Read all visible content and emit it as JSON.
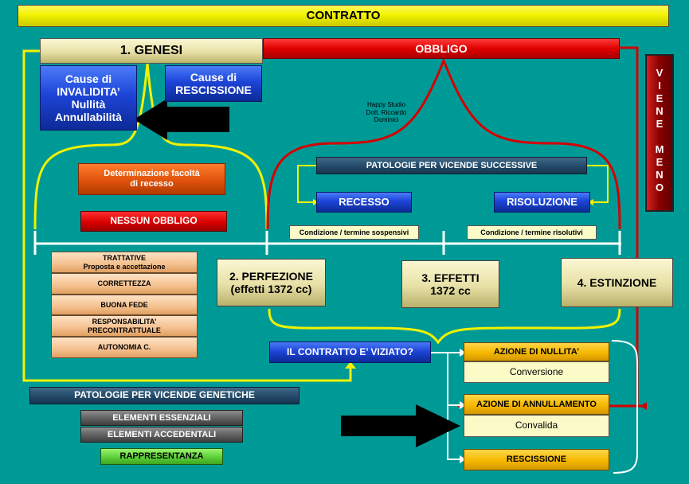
{
  "title": "CONTRATTO",
  "genesi": "1. GENESI",
  "obbligo": "OBBLIGO",
  "cause_invalidita": [
    "Cause di",
    "INVALIDITA’",
    "Nullità",
    "Annullabilità"
  ],
  "cause_rescissione": [
    "Cause di",
    "RESCISSIONE"
  ],
  "viene_meno": [
    "V",
    "I",
    "E",
    "N",
    "E",
    "",
    "M",
    "E",
    "N",
    "O"
  ],
  "happy_studio": [
    "Happy Studio",
    "Dott. Riccardo",
    "Dominici"
  ],
  "determinazione": [
    "Determinazione facoltà",
    "di recesso"
  ],
  "nessun_obbligo": "NESSUN OBBLIGO",
  "patologie_successive": "PATOLOGIE PER VICENDE SUCCESSIVE",
  "recesso": "RECESSO",
  "risoluzione": "RISOLUZIONE",
  "condizione_sospensivi": "Condizione / termine sospensivi",
  "condizione_risolutivi": "Condizione / termine risolutivi",
  "trattative_list": [
    [
      "TRATTATIVE",
      "Proposta e accettazione"
    ],
    [
      "CORRETTEZZA"
    ],
    [
      "BUONA FEDE"
    ],
    [
      "RESPONSABILITA’",
      "PRECONTRATTUALE"
    ],
    [
      "AUTONOMIA C."
    ]
  ],
  "perfezione": [
    "2. PERFEZIONE",
    "(effetti 1372 cc)"
  ],
  "effetti": [
    "3. EFFETTI",
    "1372 cc"
  ],
  "estinzione": "4. ESTINZIONE",
  "contratto_viziato": "IL CONTRATTO E’ VIZIATO?",
  "patologie_genetiche": "PATOLOGIE PER VICENDE GENETICHE",
  "elementi_essenziali": "ELEMENTI ESSENZIALI",
  "elementi_accedentali": "ELEMENTI ACCEDENTALI",
  "rappresentanza": "RAPPRESENTANZA",
  "azione_nullita": "AZIONE DI NULLITA’",
  "conversione": "Conversione",
  "azione_annullamento": "AZIONE DI ANNULLAMENTO",
  "convalida": "Convalida",
  "rescissione": "RESCISSIONE",
  "colors": {
    "background": "#009a96",
    "yellow_line": "#f2f200",
    "red_line": "#d40000"
  }
}
